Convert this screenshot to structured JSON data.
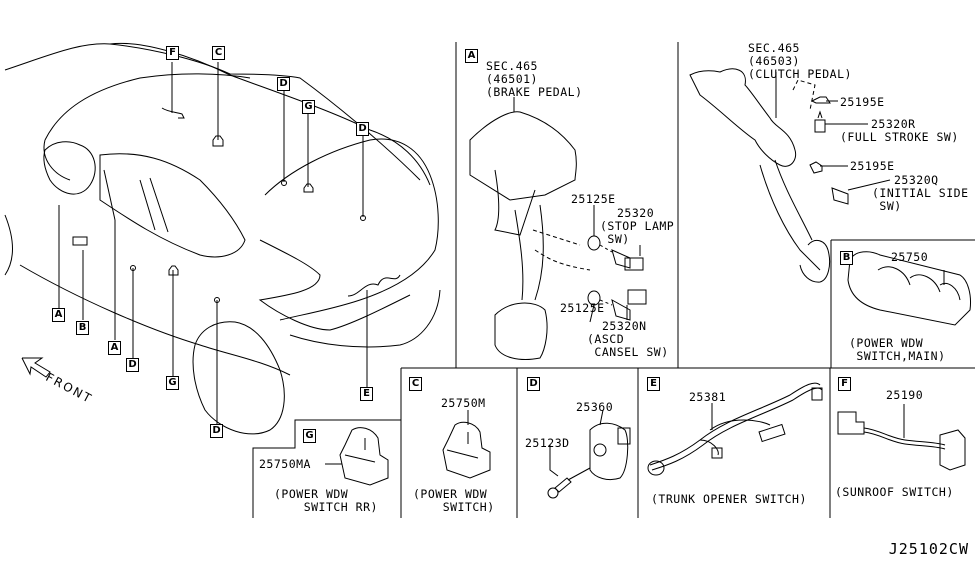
{
  "diagram_code": "J25102CW",
  "orientation_label": "FRONT",
  "vehicle_callouts": [
    {
      "id": "F"
    },
    {
      "id": "C"
    },
    {
      "id": "D"
    },
    {
      "id": "G"
    },
    {
      "id": "D"
    },
    {
      "id": "A"
    },
    {
      "id": "B"
    },
    {
      "id": "A"
    },
    {
      "id": "D"
    },
    {
      "id": "G"
    },
    {
      "id": "D"
    },
    {
      "id": "E"
    }
  ],
  "panels": {
    "A": {
      "key": "A",
      "brake_pedal": {
        "sec": "SEC.465",
        "ref": "(46501)",
        "name": "(BRAKE PEDAL)"
      },
      "clutch_pedal": {
        "sec": "SEC.465",
        "ref": "(46503)",
        "name": "(CLUTCH PEDAL)"
      },
      "parts": [
        {
          "number": "25125E",
          "desc": ""
        },
        {
          "number": "25320",
          "desc": "(STOP LAMP\n SW)"
        },
        {
          "number": "25125E",
          "desc": ""
        },
        {
          "number": "25320N",
          "desc": "(ASCD\n CANSEL SW)"
        },
        {
          "number": "25195E",
          "desc": ""
        },
        {
          "number": "25320R",
          "desc": "(FULL STROKE SW)"
        },
        {
          "number": "25195E",
          "desc": ""
        },
        {
          "number": "25320Q",
          "desc": "(INITIAL SIDE\n SW)"
        }
      ]
    },
    "B": {
      "key": "B",
      "part_number": "25750",
      "caption": "(POWER WDW\n SWITCH,MAIN)"
    },
    "G": {
      "key": "G",
      "part_number": "25750MA",
      "caption": "(POWER WDW\n    SWITCH RR)"
    },
    "C": {
      "key": "C",
      "part_number": "25750M",
      "caption": "(POWER WDW\n    SWITCH)"
    },
    "D": {
      "key": "D",
      "part_numbers": [
        "25360",
        "25123D"
      ]
    },
    "E": {
      "key": "E",
      "part_number": "25381",
      "caption": "(TRUNK OPENER SWITCH)"
    },
    "F": {
      "key": "F",
      "part_number": "25190",
      "caption": "(SUNROOF SWITCH)"
    }
  }
}
